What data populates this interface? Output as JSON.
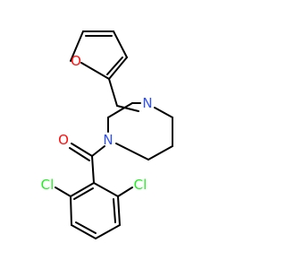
{
  "structure": {
    "atoms": {
      "O_carbonyl": {
        "symbol": "O",
        "color": "#ff0d0d"
      },
      "N1": {
        "symbol": "N",
        "color": "#3050f8"
      },
      "N4": {
        "symbol": "N",
        "color": "#3050f8"
      },
      "O_furan": {
        "symbol": "O",
        "color": "#ff0d0d"
      },
      "Cl_left": {
        "symbol": "Cl",
        "color": "#1ff01f"
      },
      "Cl_right": {
        "symbol": "Cl",
        "color": "#1ff01f"
      }
    },
    "bond_color": "#000000"
  }
}
